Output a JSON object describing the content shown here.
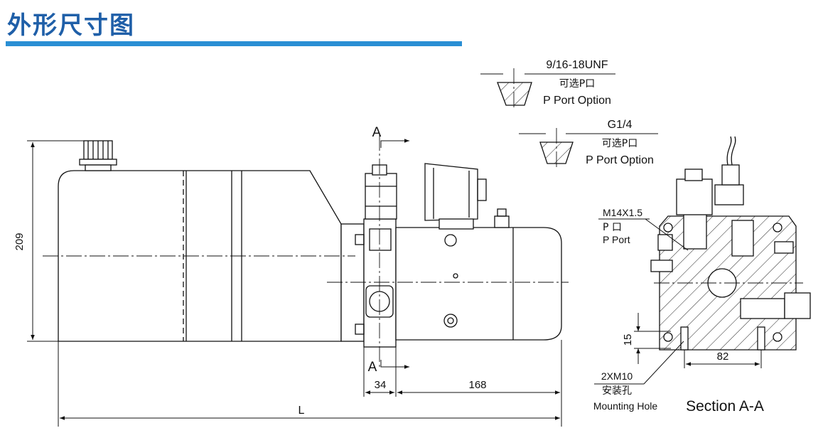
{
  "title": "外形尺寸图",
  "colors": {
    "title": "#1f5fa8",
    "title_rule": "#2a8fd4",
    "line": "#111111"
  },
  "callouts": {
    "unf": {
      "thread": "9/16-18UNF",
      "cn": "可选P口",
      "en": "P Port Option"
    },
    "g14": {
      "thread": "G1/4",
      "cn": "可选P口",
      "en": "P Port Option"
    },
    "pport": {
      "thread": "M14X1.5",
      "cn": "P  口",
      "en": "P Port"
    },
    "mount": {
      "thread": "2XM10",
      "cn": "安装孔",
      "en": "Mounting Hole"
    }
  },
  "section": {
    "marker": "A",
    "label": "Section A-A"
  },
  "dimensions": {
    "height": "209",
    "block": "34",
    "motor": "168",
    "overall": "L",
    "mount_v": "15",
    "mount_h": "82"
  }
}
